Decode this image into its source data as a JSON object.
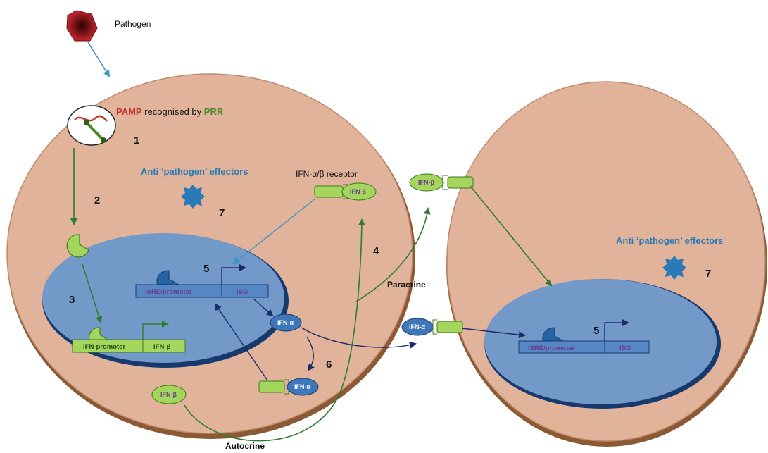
{
  "colors": {
    "cell": "#e0b39a",
    "cell_rim": "#a8683f",
    "nucleus": "#7399c8",
    "nucleus_rim": "#173a6e",
    "green": "#2e7d32",
    "lime": "#a4d65e",
    "blue_label": "#2a7ab8",
    "pamp": "#c0392b",
    "prr": "#4a8a2a",
    "isre_text": "#6a3b8f",
    "dark_arrow": "#1b2a6b",
    "light_blue_arrow": "#3a93c8"
  },
  "pathogen": {
    "label": "Pathogen",
    "icon": "hexagon-pathogen-icon"
  },
  "pamp_line": {
    "pamp": "PAMP",
    "middle": " recognised by ",
    "prr": "PRR"
  },
  "effectors_left": "Anti ‘pathogen’ effectors",
  "effectors_right": "Anti ‘pathogen’ effectors",
  "receptor_label": "IFN-α/β receptor",
  "paracrine": "Paracrine",
  "autocrine": "Autocrine",
  "steps": {
    "s1": "1",
    "s2": "2",
    "s3": "3",
    "s4": "4",
    "s5_left": "5",
    "s6": "6",
    "s7_left": "7",
    "s5_right": "5",
    "s7_right": "7"
  },
  "genes": {
    "ifn_promoter": "IFN-promoter",
    "ifn_beta_gene": "IFN-β",
    "isre_left": "ISRE/promoter",
    "isg_left": "ISG",
    "isre_right": "ISRE/promoter",
    "isg_right": "ISG"
  },
  "molecules": {
    "ifn_beta_receptor_top": "IFN-β",
    "ifn_alpha_nucleus": "IFN-α",
    "ifn_alpha_receptor_bottom": "IFN-α",
    "ifn_beta_free": "IFN-β",
    "ifn_beta_right_receptor": "IFN-β",
    "ifn_alpha_right_receptor": "IFN-α"
  }
}
